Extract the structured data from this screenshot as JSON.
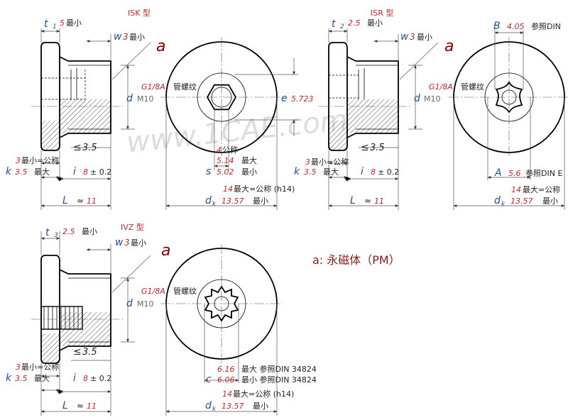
{
  "isk": {
    "title": "ISK 型",
    "t_sym": "t",
    "t_sub": "1",
    "t_val": "5",
    "t_note": "最小",
    "w_sym": "w",
    "w_val": "3",
    "w_note": "最小",
    "a": "a",
    "g_val": "G1/8A",
    "g_note": "管螺纹",
    "d_sym": "d",
    "d_val": "M10",
    "le_sym": "≤",
    "le_val": "3.5",
    "n3_val": "3",
    "n3_note": "最小=公称",
    "k_sym": "k",
    "k_val": "3.5",
    "k_note": "最大",
    "i_sym": "i",
    "i_val": "8",
    "i_tol": "± 0.2",
    "L_sym": "L",
    "L_approx": "≈",
    "L_val": "11",
    "e_sym": "e",
    "e_val": "5.723",
    "s4_val": "4",
    "s4_note": "公称",
    "s_max_val": "5.14",
    "s_max_note": "最大",
    "s_sym": "s",
    "s_min_val": "5.02",
    "s_min_note": "最小",
    "dk14_val": "14",
    "dk14_note": "最大=公称 (h14)",
    "dk_sym": "d",
    "dk_sub": "k",
    "dk_min_val": "13.57",
    "dk_min_note": "最小"
  },
  "isr": {
    "title": "ISR 型",
    "t_sym": "t",
    "t_sub": "2",
    "t_val": "2.5",
    "t_note": "最小",
    "w_sym": "w",
    "w_val": "3",
    "w_note": "最小",
    "a": "a",
    "g_val": "G1/8A",
    "g_note": "管螺纹",
    "d_sym": "d",
    "d_val": "M10",
    "le_sym": "≤",
    "le_val": "3.5",
    "n3_val": "3",
    "n3_note": "最小=公称",
    "k_sym": "k",
    "k_val": "3.5",
    "k_note": "最大",
    "i_sym": "i",
    "i_val": "8",
    "i_tol": "± 0.2",
    "L_sym": "L",
    "L_approx": "≈",
    "L_val": "11",
    "B_sym": "B",
    "B_val": "4.05",
    "B_note": "参照DIN",
    "A_sym": "A",
    "A_val": "5.6",
    "A_note": "参照DIN E",
    "dk14_val": "14",
    "dk14_note": "最大=公称",
    "dk_sym": "d",
    "dk_sub": "k",
    "dk_min_val": "13.57",
    "dk_min_note": "最小"
  },
  "ivz": {
    "title": "IVZ 型",
    "t_sym": "t",
    "t_sub": "3",
    "t_val": "2.5",
    "t_note": "最小",
    "w_sym": "w",
    "w_val": "3",
    "w_note": "最小",
    "a": "a",
    "g_val": "G1/8A",
    "g_note": "管螺纹",
    "d_sym": "d",
    "d_val": "M10",
    "le_sym": "≤",
    "le_val": "3.5",
    "n3_val": "3",
    "n3_note": "最小=公称",
    "k_sym": "k",
    "k_val": "3.5",
    "k_note": "最大",
    "i_sym": "i",
    "i_val": "8",
    "i_tol": "± 0.2",
    "L_sym": "L",
    "L_approx": "≈",
    "L_val": "11",
    "c_max_val": "6.16",
    "c_max_note": "最大 参照DIN 34824",
    "c_sym": "c",
    "c_min_val": "6.06",
    "c_min_note": "最小 参照DIN 34824",
    "dk14_val": "14",
    "dk14_note": "最大=公称 (h14)",
    "dk_sym": "d",
    "dk_sub": "k",
    "dk_min_val": "13.57",
    "dk_min_note": "最小"
  },
  "legend": "a: 永磁体（PM）",
  "watermark": "www.1CAE.com",
  "colors": {
    "value_red": "#c62828",
    "symbol_blue": "#1f4e9e",
    "title_red": "#c62828"
  }
}
